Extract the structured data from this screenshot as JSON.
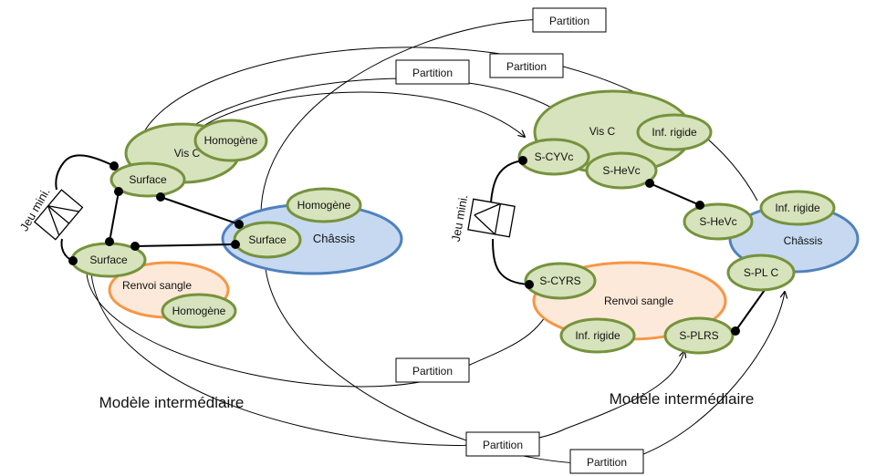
{
  "left": {
    "caption": "Modèle intermédiaire",
    "jeu": "Jeu mini.",
    "vis": "Vis C",
    "vis_homogene": "Homogène",
    "surface_top": "Surface",
    "surface_mid": "Surface",
    "surface_bottom": "Surface",
    "chassis": "Châssis",
    "chassis_homogene": "Homogène",
    "renvoi": "Renvoi sangle",
    "renvoi_homogene": "Homogène"
  },
  "right": {
    "caption": "Modèle intermédiaire",
    "jeu": "Jeu mini.",
    "vis": "Vis C",
    "vis_rigide": "Inf. rigide",
    "s_cyvc": "S-CYVc",
    "s_hevc_top": "S-HeVc",
    "s_hevc_chassis": "S-HeVc",
    "chassis": "Châssis",
    "chassis_rigide": "Inf. rigide",
    "s_cyrs": "S-CYRS",
    "renvoi": "Renvoi sangle",
    "renvoi_rigide": "Inf. rigide",
    "s_plrs": "S-PLRS",
    "s_plc": "S-PL C"
  },
  "partitions": [
    "Partition",
    "Partition",
    "Partition",
    "Partition",
    "Partition",
    "Partition"
  ],
  "colors": {
    "green_fill": "#d6e3bc",
    "green_stroke": "#76923c",
    "blue_fill": "#c6d9f1",
    "blue_stroke": "#4f81bd",
    "orange_fill": "#fde9d9",
    "orange_stroke": "#f79646"
  }
}
